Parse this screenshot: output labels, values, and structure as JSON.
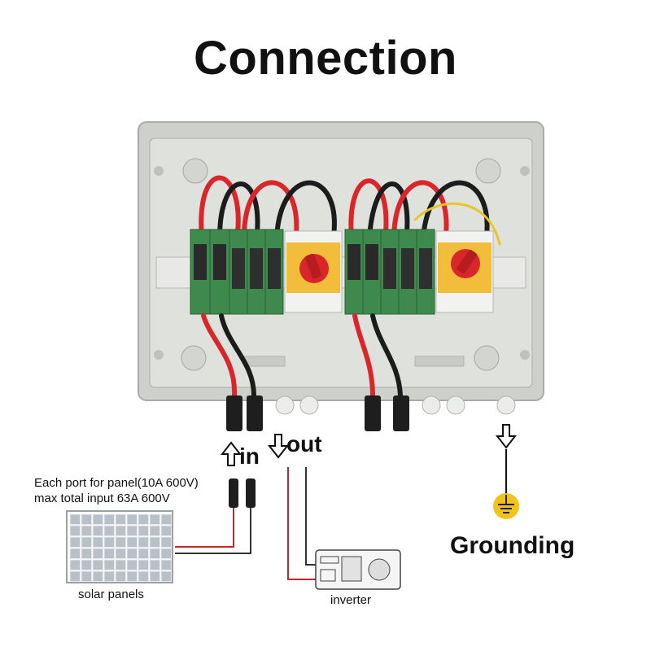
{
  "title": "Connection",
  "labels": {
    "in": "in",
    "out": "out",
    "grounding": "Grounding",
    "port_note_line1": "Each port for panel(10A 600V)",
    "port_note_line2": "max total input 63A 600V",
    "solar_panels": "solar panels",
    "inverter": "inverter"
  },
  "colors": {
    "enclosure": "#d9dbd6",
    "breaker_green": "#3e8a4e",
    "isolator_yellow": "#f2bd3a",
    "isolator_knob": "#d9262b",
    "wire_red": "#d8262b",
    "wire_black": "#1c1c1c",
    "ground_symbol": "#f2c318"
  }
}
